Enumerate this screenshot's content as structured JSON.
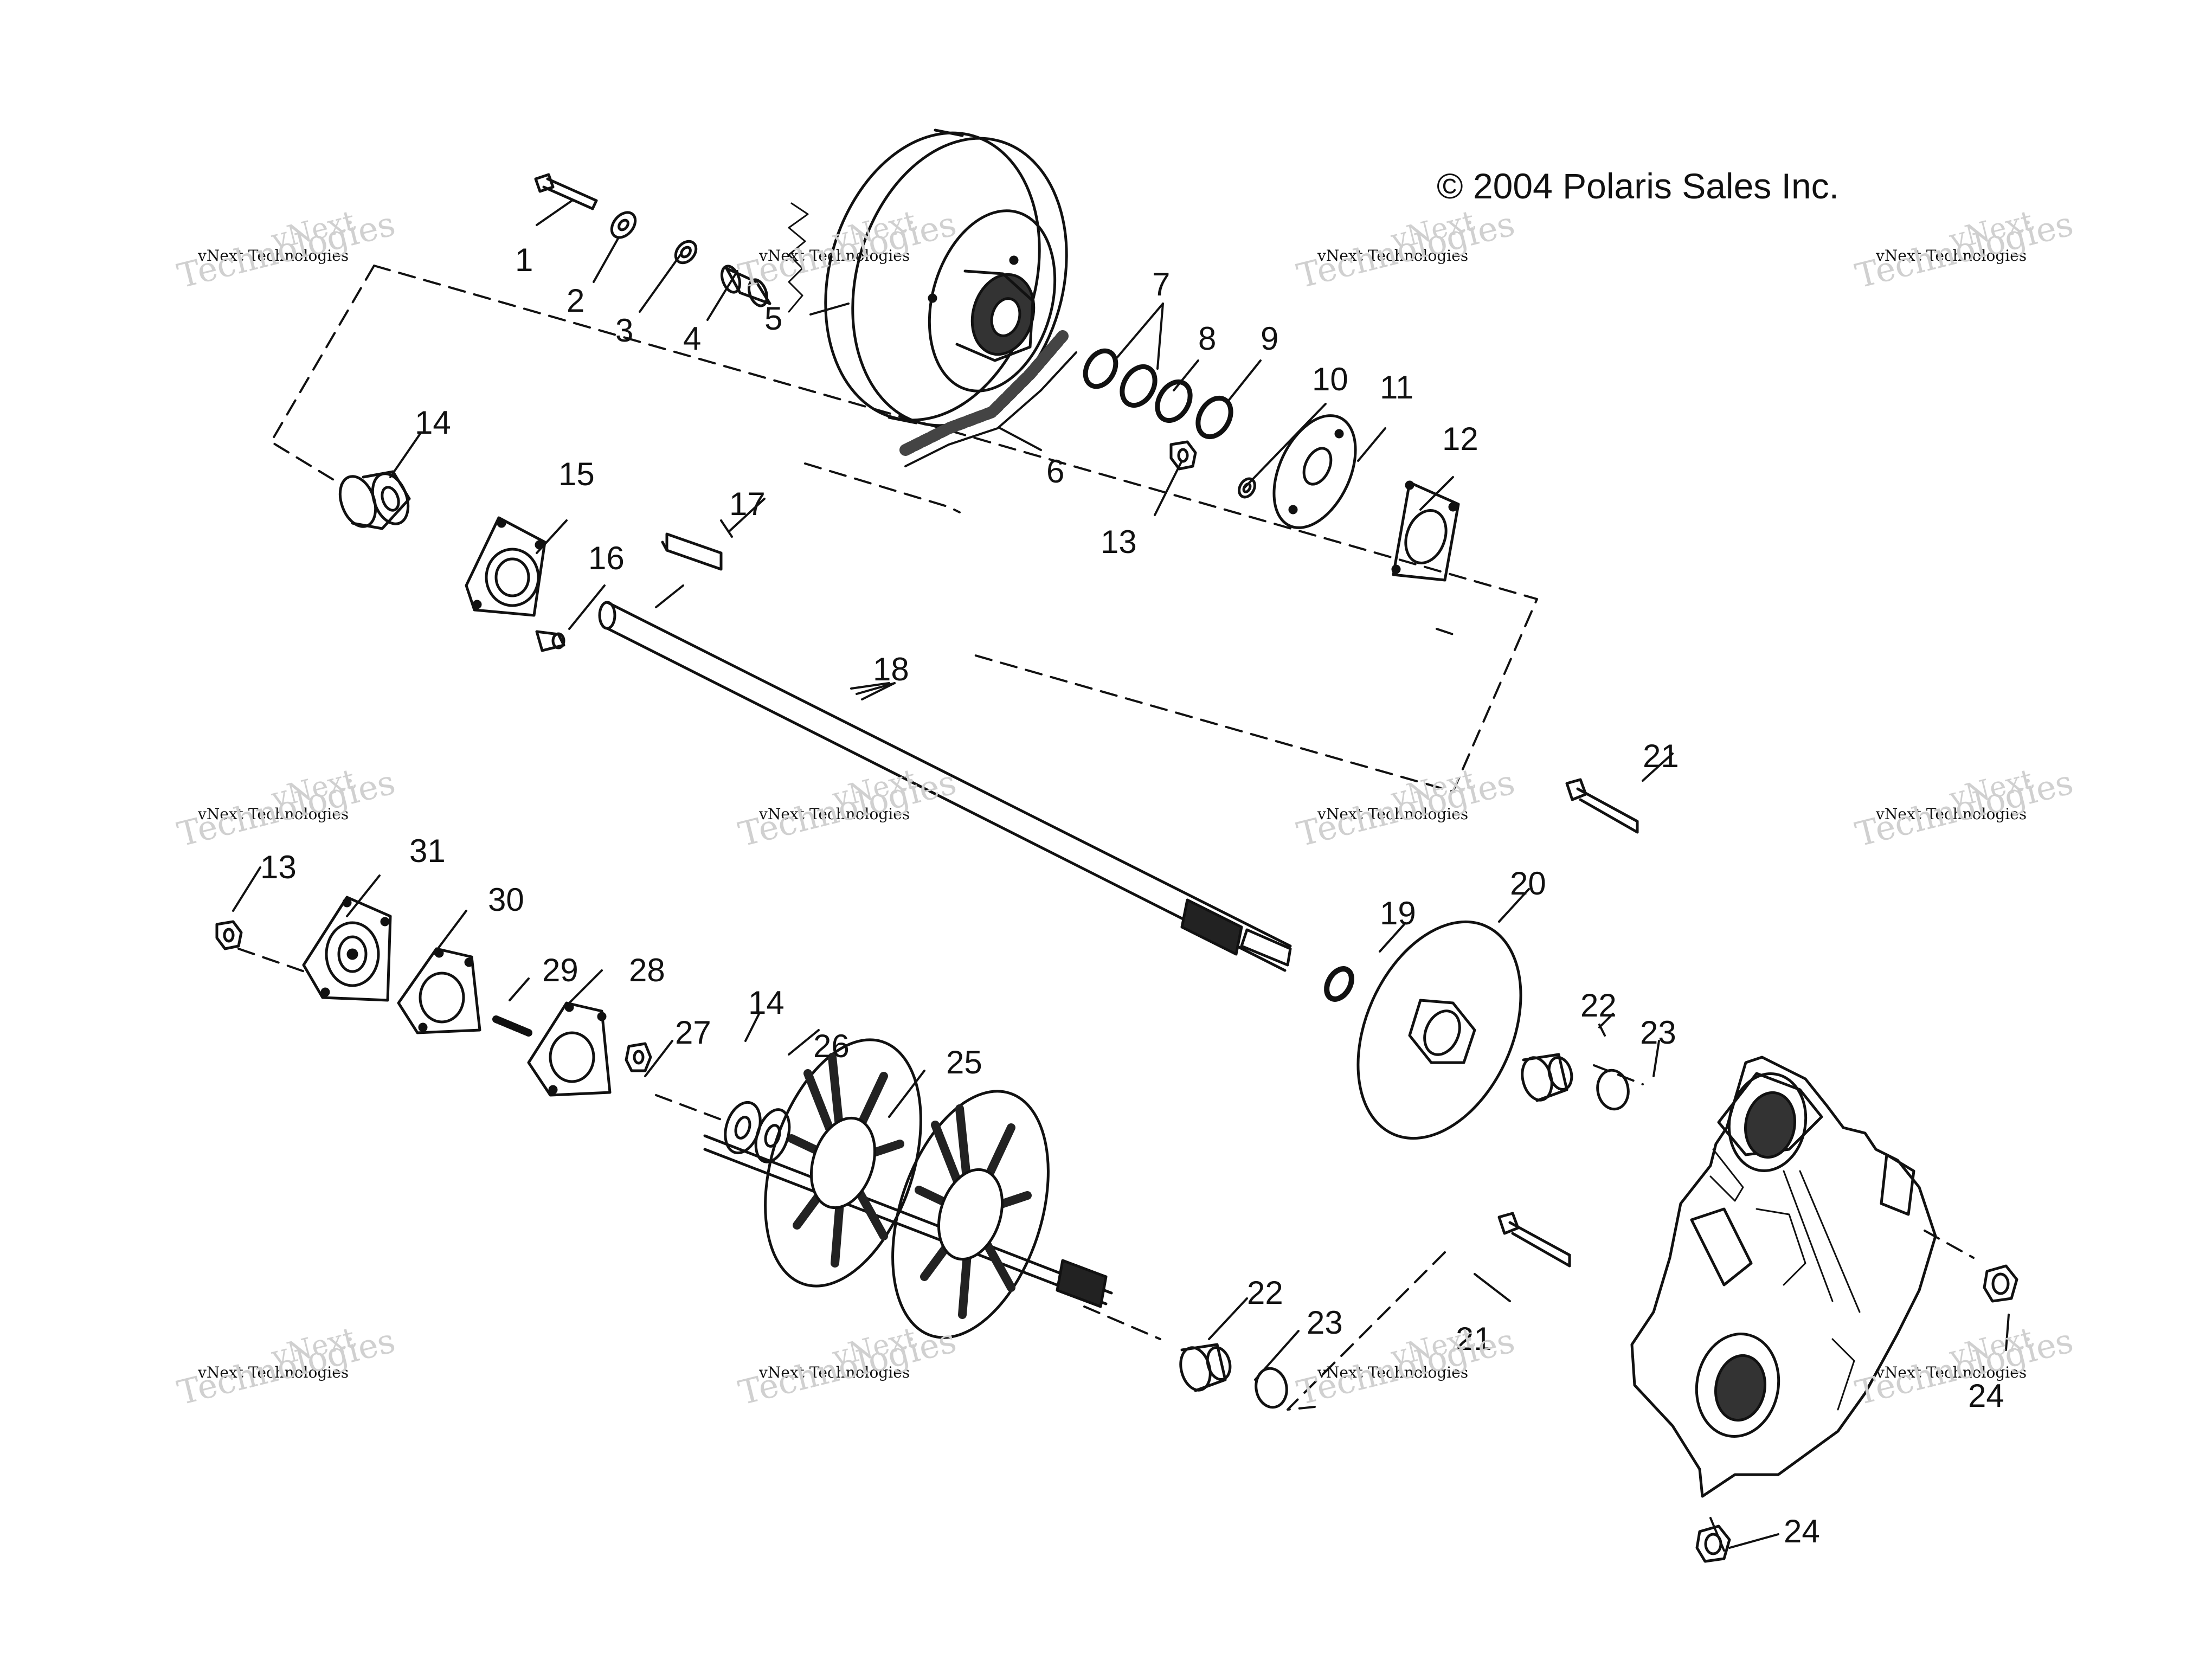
{
  "copyright": "© 2004 Polaris Sales Inc.",
  "watermark": {
    "small": "vNext Technologies",
    "big": "Technologies",
    "top": "vNext"
  },
  "callouts": [
    {
      "id": "c1",
      "label": "1"
    },
    {
      "id": "c2",
      "label": "2"
    },
    {
      "id": "c3",
      "label": "3"
    },
    {
      "id": "c4",
      "label": "4"
    },
    {
      "id": "c5",
      "label": "5"
    },
    {
      "id": "c6",
      "label": "6"
    },
    {
      "id": "c7",
      "label": "7"
    },
    {
      "id": "c8",
      "label": "8"
    },
    {
      "id": "c9",
      "label": "9"
    },
    {
      "id": "c10",
      "label": "10"
    },
    {
      "id": "c11",
      "label": "11"
    },
    {
      "id": "c12",
      "label": "12"
    },
    {
      "id": "c13a",
      "label": "13"
    },
    {
      "id": "c14a",
      "label": "14"
    },
    {
      "id": "c15",
      "label": "15"
    },
    {
      "id": "c16",
      "label": "16"
    },
    {
      "id": "c17",
      "label": "17"
    },
    {
      "id": "c18",
      "label": "18"
    },
    {
      "id": "c19",
      "label": "19"
    },
    {
      "id": "c20",
      "label": "20"
    },
    {
      "id": "c21a",
      "label": "21"
    },
    {
      "id": "c21b",
      "label": "21"
    },
    {
      "id": "c22a",
      "label": "22"
    },
    {
      "id": "c22b",
      "label": "22"
    },
    {
      "id": "c23a",
      "label": "23"
    },
    {
      "id": "c23b",
      "label": "23"
    },
    {
      "id": "c24a",
      "label": "24"
    },
    {
      "id": "c24b",
      "label": "24"
    },
    {
      "id": "c25",
      "label": "25"
    },
    {
      "id": "c26",
      "label": "26"
    },
    {
      "id": "c27",
      "label": "27"
    },
    {
      "id": "c28",
      "label": "28"
    },
    {
      "id": "c29",
      "label": "29"
    },
    {
      "id": "c30",
      "label": "30"
    },
    {
      "id": "c31",
      "label": "31"
    },
    {
      "id": "c13b",
      "label": "13"
    },
    {
      "id": "c14b",
      "label": "14"
    }
  ]
}
